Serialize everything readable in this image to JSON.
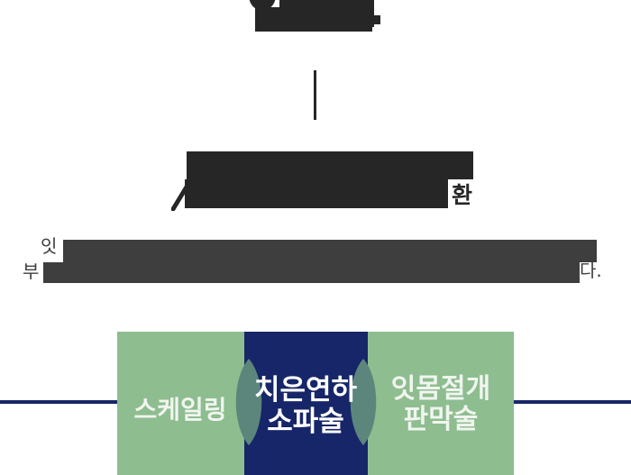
{
  "colors": {
    "background": "#ffffff",
    "ink_dark": "#262626",
    "ink_gray": "#3e3e3e",
    "navy": "#172668",
    "panel_green": "#8ebd8f",
    "lens_teal": "#5c867c",
    "label_light": "#f0f5ef",
    "label_white": "#ffffff"
  },
  "header": {
    "redacted": true
  },
  "subtitle": {
    "redacted": true,
    "visible_end_char": "환"
  },
  "paragraph": {
    "redacted": true,
    "line1_start": "잇",
    "line2_start": "부",
    "line2_end": "다."
  },
  "diagram": {
    "steps": [
      {
        "label": "스케일링",
        "lines": [
          "스케일링"
        ]
      },
      {
        "label": "치은연하 소파술",
        "lines": [
          "치은연하",
          "소파술"
        ]
      },
      {
        "label": "잇몸절개 판막술",
        "lines": [
          "잇몸절개",
          "판막술"
        ]
      }
    ]
  }
}
